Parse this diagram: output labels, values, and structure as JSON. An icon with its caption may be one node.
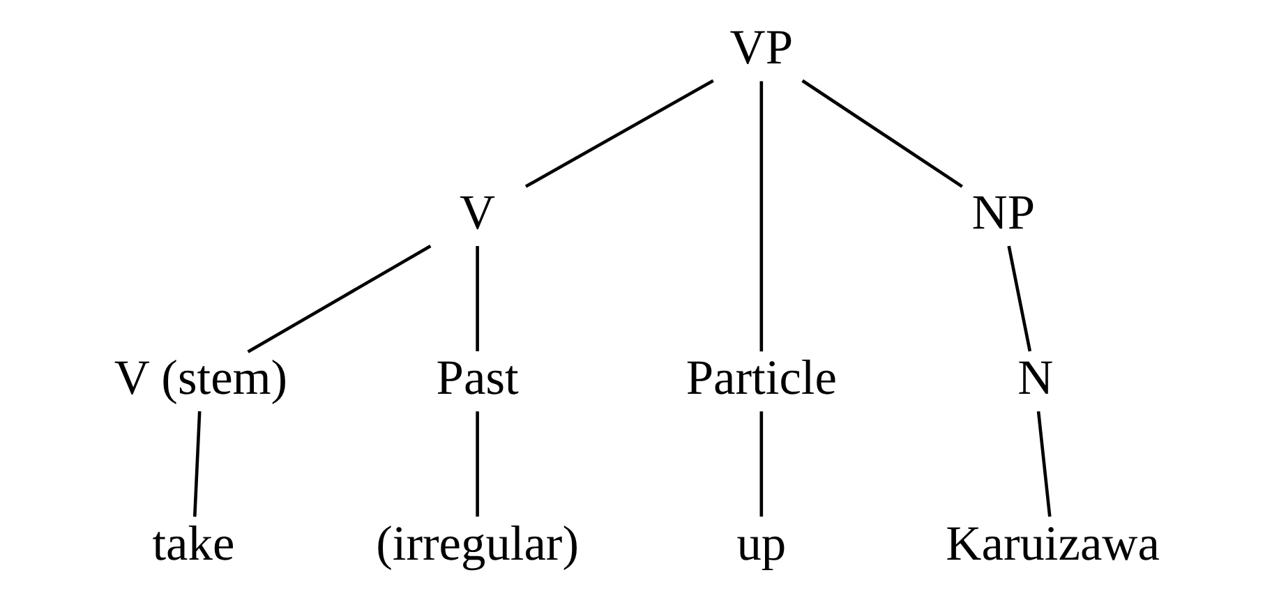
{
  "diagram": {
    "nodes": [
      {
        "text": [
          "VP"
        ]
      },
      {
        "text": [
          "V"
        ]
      },
      {
        "text": [
          "Particle"
        ]
      },
      {
        "text": [
          "NP"
        ]
      },
      {
        "text": [
          "V (stem)"
        ]
      },
      {
        "text": [
          "Past"
        ]
      },
      {
        "text": [
          "N"
        ]
      },
      {
        "text": [
          "take"
        ]
      },
      {
        "text": [
          "(irregular)"
        ]
      },
      {
        "text": [
          "up"
        ]
      },
      {
        "text": [
          "Karuizawa"
        ]
      }
    ],
    "edges": [
      {
        "from": 0,
        "to": 1,
        "arrow": "none"
      },
      {
        "from": 0,
        "to": 2,
        "arrow": "none"
      },
      {
        "from": 0,
        "to": 3,
        "arrow": "none"
      },
      {
        "from": 1,
        "to": 4,
        "arrow": "none"
      },
      {
        "from": 1,
        "to": 5,
        "arrow": "none"
      },
      {
        "from": 3,
        "to": 6,
        "arrow": "none"
      },
      {
        "from": 4,
        "to": 7,
        "arrow": "none"
      },
      {
        "from": 5,
        "to": 8,
        "arrow": "none"
      },
      {
        "from": 2,
        "to": 9,
        "arrow": "none"
      },
      {
        "from": 6,
        "to": 10,
        "arrow": "none"
      }
    ]
  }
}
